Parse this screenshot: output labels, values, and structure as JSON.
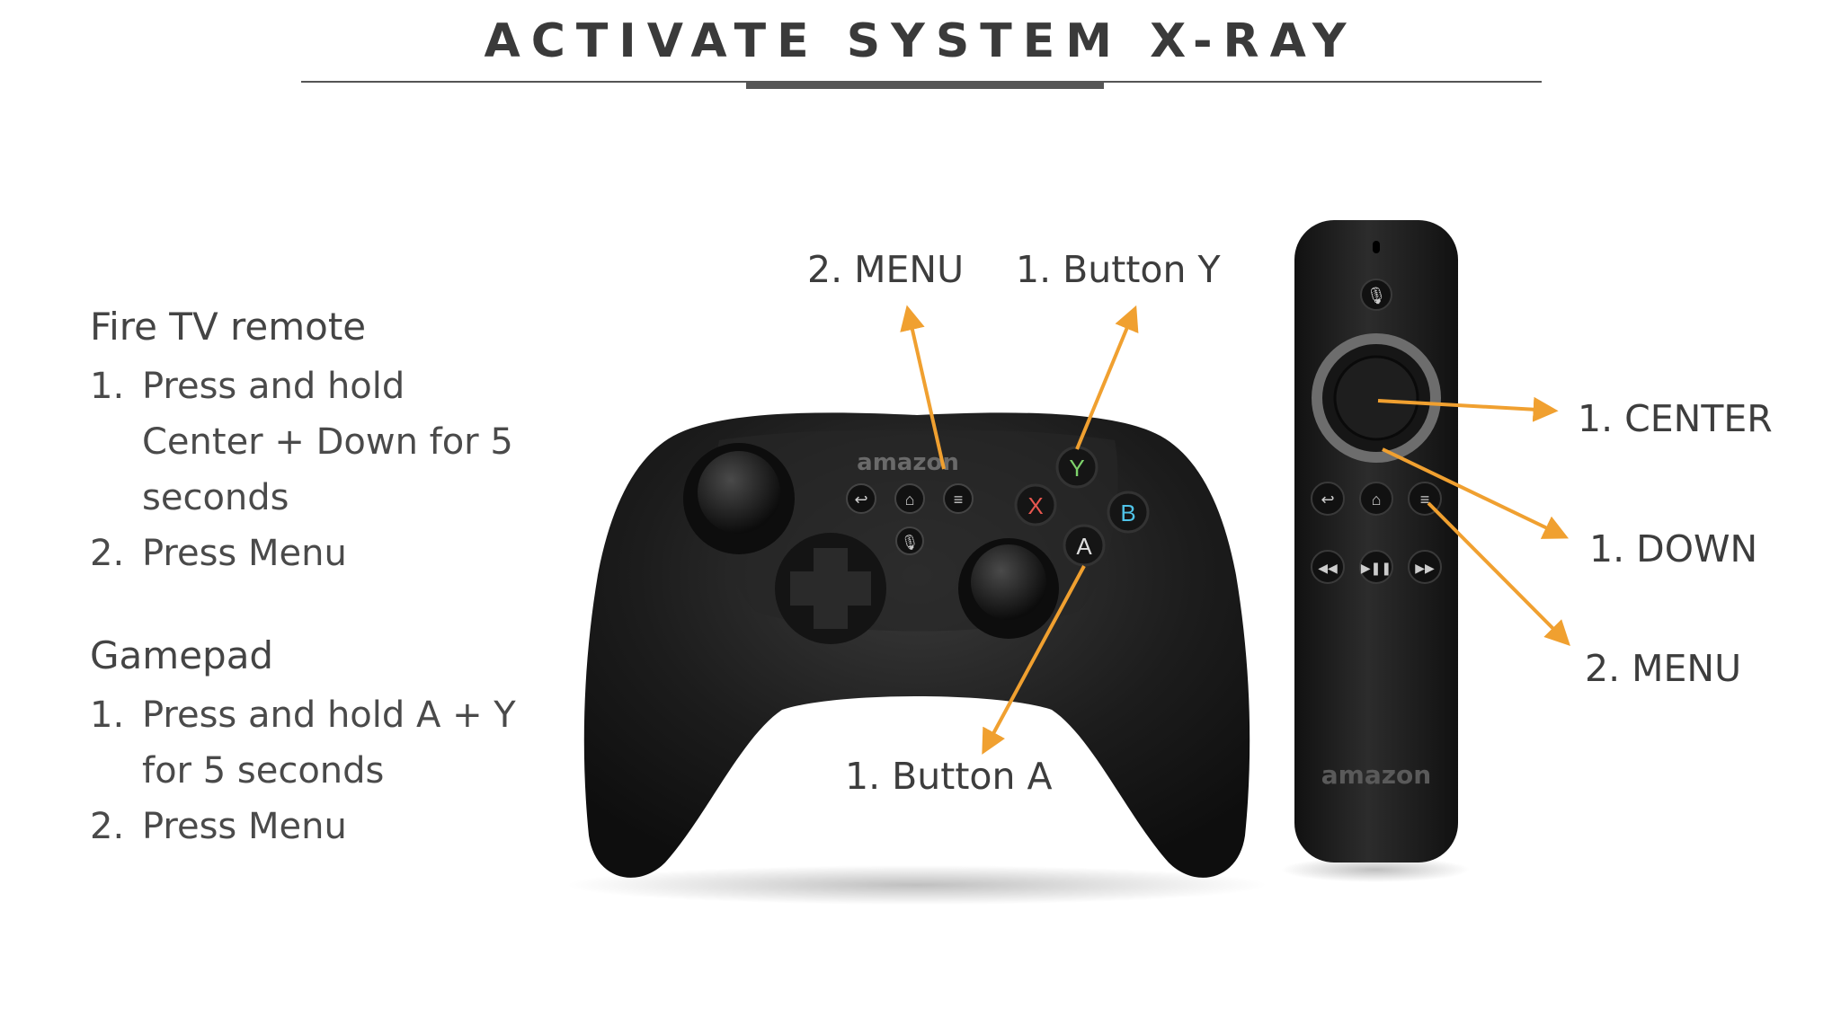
{
  "header": {
    "title": "ACTIVATE SYSTEM X-RAY"
  },
  "instructions": {
    "fire_tv": {
      "title": "Fire TV remote",
      "steps": [
        {
          "num": "1.",
          "lines": [
            "Press and hold",
            "Center + Down for 5",
            "seconds"
          ]
        },
        {
          "num": "2.",
          "lines": [
            "Press Menu"
          ]
        }
      ]
    },
    "gamepad": {
      "title": "Gamepad",
      "steps": [
        {
          "num": "1.",
          "lines": [
            "Press and hold A + Y",
            "for 5 seconds"
          ]
        },
        {
          "num": "2.",
          "lines": [
            "Press Menu"
          ]
        }
      ]
    }
  },
  "callouts": {
    "gamepad_menu": "2. MENU",
    "gamepad_y": "1. Button Y",
    "gamepad_a": "1. Button A",
    "remote_center": "1. CENTER",
    "remote_down": "1. DOWN",
    "remote_menu": "2. MENU"
  },
  "devices": {
    "gamepad_brand": "amazon",
    "remote_brand": "amazon",
    "button_y": "Y",
    "button_x": "X",
    "button_a": "A",
    "button_b": "B"
  },
  "colors": {
    "arrow": "#F0A030",
    "device": "#1e1e1e",
    "button_y": "#7ED36B",
    "button_x": "#E8574F",
    "button_b": "#4FC3E8",
    "button_a": "#dddddd"
  }
}
